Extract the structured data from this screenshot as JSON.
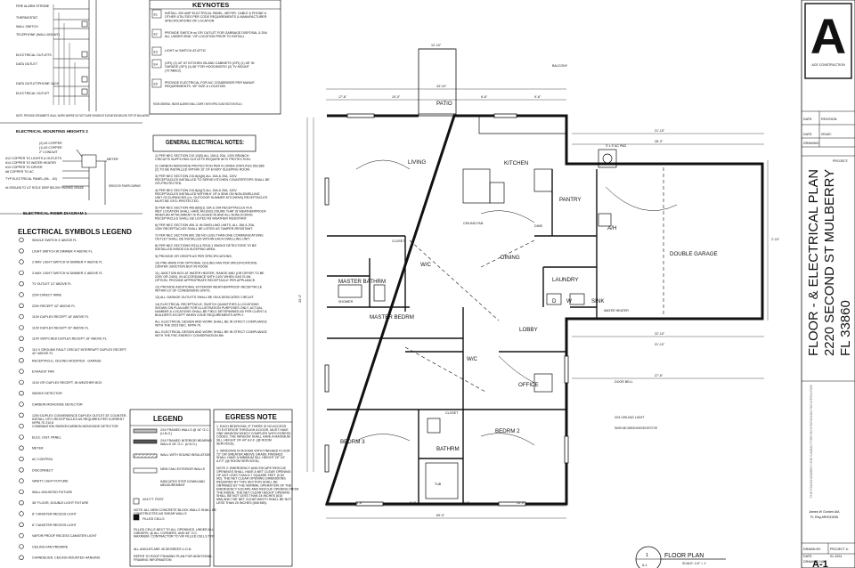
{
  "mounting": {
    "title": "ELECTRICAL MOUNTING HEIGHTS 2",
    "labels": [
      "FIRE ALARM STROBE",
      "THERMOSTAT",
      "WALL SWITCH",
      "TELEPHONE (WALL MOUNT)",
      "ELECTRICAL OUTLETS",
      "DATA OUTLET",
      "DATA OUTLET/PHONE JACK",
      "ELECTRICAL OUTLET"
    ],
    "note": "NOTE: PROVIDE GROMMETS IN ALL WORK WHERE OUTLETS ARE SHOWN AT ELEVATION BELOW TOP OF MILLWORK"
  },
  "riser": {
    "title": "ELECTRICAL RISER DIAGRAM 1",
    "labels": [
      "(2) #3 COPPER",
      "(1) #3 COPPER",
      "2\" CONDUIT",
      "#12 COPPER TO LIGHTS & OUTLETS",
      "#14 COPPER TO WATER HEATER",
      "#10 COPPER TO DRYER",
      "#8 COPPER TO AC",
      "TYP ELECTRICAL PANEL (ML - 40)",
      "#4 GROUND TO 1/2\" ROD 8' DEEP BELOW FINISHED GRADE",
      "METER",
      "SERVICE BY POWER COMPANY"
    ]
  },
  "legend_symbols": {
    "title": "ELECTRICAL SYMBOLS LEGEND",
    "items": [
      "SINGLE SWITCH 4' ABOVE FL",
      "LIGHT SWITCH W DIMMER 4' ABOVE FL",
      "2 WAY LIGHT SWITCH W DIMMER 4' ABOVE FL",
      "3 WAY LIGHT SWITCH W DIMMER 4' ABOVE FL",
      "TV OUTLET 12\" ABOVE FL",
      "220V DIRECT WIRE",
      "220V RECEPT 42\" ABOVE FL",
      "110V DUPLEX RECEPT 18\" ABOVE FL",
      "110V DUPLEX RECEPT 42\" ABOVE FL",
      "110V SWITCHED DUPLEX RECEPT 18\" ABOVE FL",
      "110 V GROUND FAULT CIRCUIT INTERRUPT DUPLEX RECEPT, 42\" ABOVE FL",
      "RECEPTACLE, CEILING MOUNTED - GARAGE",
      "EXHAUST FAN",
      "110V GFI DUPLEX RECEPT, IN WEATHER BOX",
      "SMOKE DETECTOR",
      "CARBON MONOXIDE DETECTOR",
      "120V DUPLEX CONVENIENCE DUPLEX OUTLET AT COUNTER, INSTALL GFCI RECEPTACLES AS REQUIRED PER CURRENT NFPA 70 210.8",
      "COMBINATION SMOKE/CARBON MONOXIDE DETECTOR",
      "ELEC. DIST. PANEL",
      "METER",
      "AC CONTROL",
      "DISCONNECT",
      "VANITY LIGHT FIXTURE",
      "WALL MOUNTED FIXTURE",
      "36\" FLOOR, DOUBLE LIGHT FIXTURE",
      "8\" CANISTER RECESS LIGHT",
      "6\" CANISTER RECESS LIGHT",
      "VAPOR PROOF RECESS CANISTER LIGHT",
      "CEILING FAN PREWIRE",
      "CHANDELIER, CEILING MOUNTED HANGING"
    ]
  },
  "keynotes": {
    "title": "KEYNOTES",
    "items": [
      {
        "key": "E1",
        "text": "INSTALL 200 AMP ELECTRICAL PANEL, METER, CABLE & PHONE & OTHER UTILITIES PER CODE REQUIREMENTS & MANUFACTURER SPECIFICATIONS VIF LOCATION"
      },
      {
        "key": "E2",
        "text": "PROVIDE SWITCH w/ GFI OUTLET FOR GARBAGE DISPOSAL & DW, ALL UNDER SINK. VIF LOCATION PRIOR TO INSTALL"
      },
      {
        "key": "E3",
        "text": "LIGHT w/ SWITCH AT ATTIC"
      },
      {
        "key": "E4",
        "text": "(GFI) (2) 42\" AT KITCHEN ISLAND CABINETS (GFI) (1) 48\" IN GARAGE (GFI) (1) 66\" FOR HOOD/MICRO (2) TV MOUNT (72\"AB/E3)"
      },
      {
        "key": "E5",
        "text": "PROVIDE ELECTRICAL FOR A/C CONDENSER PER MANUF. REQUIREMENTS. VIF SIZE & LOCATION"
      }
    ],
    "footer": "ROOM GENERAL: SMOKE ALARMS SHALL COMPLY WITH NFPA 72 AND SECTION R314.1"
  },
  "general_notes": {
    "title": "GENERAL ELECTRICAL NOTES:",
    "items": [
      "1) PER NEC SECTION 210.12(B) ALL 15A & 20A, 120V BRANCH CIRCUITS SUPPLYING OUTLETS REQUIRE AFCI PROTECTION.",
      "2) CARBON MONOXIDE PROTECTION PER FLORIDA STATUTES 553.885 (2) TO BE INSTALLED WITHIN 10' OF EVERY SLEEPING ROOM.",
      "3) PER NEC SECTION 210.8(A)(6) ALL 15A & 20A, 120V RECEPTACLES INSTALLED TO SERVE KITCHEN COUNTERTOPS SHALL BE GFI-PROTECTED.",
      "4) PER NEC SECTION 210.8(A)(7) ALL 15A & 20A, 120V RECEPTACLES INSTALLED WITHIN 6' OF A SINK ON NON-DWELLING UNIT OCCUPANCIES (i.e. OUTDOOR SUMMER KITCHENS) RECEPTACLES MUST BE GFCI-PROTECTED.",
      "5) PER NEC SECTION 406.8(B)(1) 15A & 20A RECEPTACLES IN A WET LOCATION SHALL HAVE AN ENCLOSURE THAT IS WEATHERPROOF WHEN AN ATTACHMENT IS PLUGGED IN AND ALL NONLOCKING RECEPTACLES SHALL BE LISTED AS WEATHER RESISTANT.",
      "6) PER NEC SECTION 406.11 IN DWELLING UNITS, ALL 15A & 20A, 125V RECEPTACLES SHALL BE LISTED AS TAMPER-RESISTANT.",
      "7) PER NEC SECTION 800.156 NO LESS THAN ONE COMMUNICATIONS OUTLET SHALL BE INSTALLED WITHIN EACH DWELLING UNIT.",
      "8) PER NEC SECTIONS R314 & R315.1 SMOKE DETECTORS TO BE INSTALLED INSIDE EA SLEEPING AREA.",
      "9) PROVIDE GFI DROPS AS PER SPECIFICATIONS.",
      "10) PRE-WIRE FOR OPTIONAL CEILING FAN PER SPECIFICATIONS. CENTER JUNCTION BOX IN ROOM.",
      "11) JUNCTION BOX AT WATER HEATER, RANGE AND (OR DRYER TO BE 220V OR 240V), IN ACCORDANCE WITH 110V WHEN GAS IS AN OPTION. PROVIDE APPROPRIATE RECEPTACLE PER APPLIANCE.",
      "12) PROVIDE ADDITIONAL EXTERIOR WEATHERPROOF RECEPTACLE WITHIN 10' OF CONDENSING UNITS.",
      "13) ALL GARAGE OUTLETS SHALL BE ON A DEDICATED CIRCUIT.",
      "14) ELECTRICAL RECEPTACLE, SWITCH QUANTITIES & LOCATIONS SHOWN ON PLAN ARE FOR ILLUSTRATION PURPOSES ONLY. ACTUAL NUMBER & LOCATIONS SHALL BE FIELD DETERMINED AS PER CLIENT & BUILDER'S EXCEPT WHEN CODE REQUIREMENTS APPLY.",
      "ALL ELECTRICAL DESIGN AND WORK SHALL BE IN STRICT COMPLIANCE WITH THE 2023 NEC, NFPA 70.",
      "ALL ELECTRICAL DESIGN AND WORK SHALL BE IN STRICT COMPLIANCE WITH THE FBC ENERGY CONSERVATION 8th"
    ]
  },
  "legend_walls": {
    "title": "LEGEND",
    "items": [
      "2X4 FRAMED WALLS @ 16\" O.C. (U.N.O.)",
      "2X4 FRAMED INTERIOR BEARING WALLS 16\" O.C. (U.N.O.)",
      "WALL WITH SOUND INSULATION",
      "NEW CMU EXTERIOR WALLS",
      "INDICATES STEP DOWN AND MEASUREMENT",
      "4X4 P.T. POST",
      "NOTE: ALL NEW CONCRETE BLOCK WALLS SHALL BE CONSTRUCTED AS SHEAR WALLS",
      "FILLED CELLS",
      "FILLED CELLS NEXT TO ALL OPENINGS, UNDER ALL GIRDERS, @ ALL CORNERS, AND 48\" O.C. MAXIMUM. CONTRACTOR TO VIF FILLED CELLS TYP.",
      "ALL ANGLES ARE 45 DEGREES U.O.N.",
      "REFER TO ROOF FRAMING PLAN FOR ADDITIONAL FRAMING INFORMATION"
    ]
  },
  "egress": {
    "title": "EGRESS NOTE",
    "items": [
      "1. EACH BEDROOM, IF THERE IS NO ACCESS TO EXTERIOR THROUGH A DOOR, MUST HAVE ONE WINDOW WHICH COMPLIES WITH EGRESS CODES. THE WINDOW SHALL HAVE A MAXIMUM SILL HEIGHT OF 44\" A.F.F. (@ ROOM SERVICED).",
      "2. WINDOWS IN ROOMS WITH FINISHED FLOOR 72\" OR GREATER ABOVE GRADE FINISHED SHALL HAVE A MINIMUM SILL HEIGHT OF 24\" A.F.F. (@ ROOM SERVICED).",
      "NOTE 2: EMERGENCY AND ESCAPE RESCUE OPENINGS SHALL HAVE A NET CLEAR OPENING OF NOT LESS THAN 5.7 SQUARE FEET (0.53 M2). THE NET CLEAR OPENING DIMENSIONS REQUIRED BY THIS SECTION SHALL BE OBTAINED BY THE NORMAL OPERATION OF THE EMERGENCY ESCAPE AND RESCUE OPENING FROM THE INSIDE. THE NET CLEAR HEIGHT OPENING SHALL BE NOT LESS THAN 24 INCHES (610 MM) AND THE NET CLEAR WIDTH SHALL BE NOT LESS THAN 20 INCHES (508 MM)."
    ]
  },
  "plan": {
    "rooms": [
      "PATIO",
      "LIVING",
      "KITCHEN",
      "PANTRY",
      "DINING",
      "W/C",
      "MASTER BATHRM",
      "MASTER BEDRM",
      "LOBBY",
      "OFFICE",
      "LAUNDRY",
      "SINK",
      "DOUBLE GARAGE",
      "BEDRM 3",
      "BATHRM",
      "BEDRM 2",
      "A/H",
      "D",
      "W",
      "W/C"
    ],
    "callouts": [
      "3' x 3' AC PAD",
      "CLOSET",
      "CLOSET",
      "DIMS",
      "CEILING FAN",
      "DOOR BELL",
      "2X4 CEILING LIGHT",
      "SMOKE AND CARBON MONOXIDE DETECTOR",
      "WATER HEATER",
      "SHOWER",
      "TUB",
      "BALCONY"
    ],
    "dimensions": [
      "12'-10\"",
      "43'-10\"",
      "21'-10\"",
      "28'-3\"",
      "33'-4\"",
      "22'-10\"",
      "21'-10\"",
      "27'-6\"",
      "69'-0\"",
      "17'-6\"",
      "10'-0\"",
      "6'-6\"",
      "9'-6\"",
      "4'-6\"",
      "5'-0\"",
      "1'-0\"",
      "13'-4\"",
      "2'-10\""
    ]
  },
  "drawing_title": {
    "icon_num": "1",
    "icon_sheet": "A-1",
    "name": "FLOOR PLAN",
    "scale": "SCALE: 1/4\" = 1'"
  },
  "title_block": {
    "logo_letter": "A",
    "company": "ACE CONSTRUCTION",
    "rev_fields": [
      "DATE:",
      "REVISION:",
      "DATE:",
      "ISSUE:",
      "DRAWING:"
    ],
    "project_label": "PROJECT:",
    "sheet_title": "FLOOR - & ELECTRICAL PLAN",
    "address": "2220 SECOND ST MULBERRY",
    "city": "FL 33860",
    "seal_text": "THIS ITEM HAS BEEN ELECTRONICALLY SIGNED AND SEALED BY JAMES W GORDEN ON THE DATE INDICATED HERE USING A DIGITAL SIGNATURE. PRINTED COPIES OF THIS DOCUMENT ARE NOT CONSIDERED SIGNED AND SEALED AND THE SIGNATURE MUST BE VERIFIED ON ANY ELECTRONIC COPIES.",
    "signer": "James W Gorden AIA",
    "license": "FL Reg AR0011536",
    "drawn_by_label": "DRAWN BY:",
    "project_no_label": "PROJECT #:",
    "date_label": "DATE:",
    "date_value": "01-1024",
    "sheet_label": "DRAWING NO.:",
    "sheet_no": "A-1"
  }
}
